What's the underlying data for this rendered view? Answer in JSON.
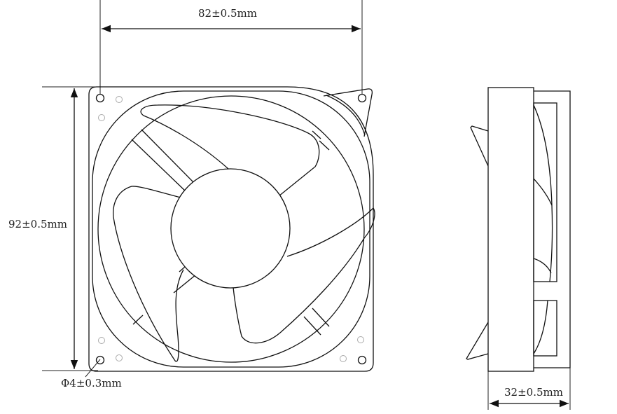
{
  "drawing": {
    "type": "fan dimension drawing",
    "views": [
      "front-view",
      "side-view"
    ]
  },
  "dimensions": {
    "width": {
      "label": "82±0.5mm",
      "value": 82,
      "tolerance": 0.5,
      "unit": "mm"
    },
    "height": {
      "label": "92±0.5mm",
      "value": 92,
      "tolerance": 0.5,
      "unit": "mm"
    },
    "hole": {
      "label": "Φ4±0.3mm",
      "value": 4,
      "tolerance": 0.3,
      "unit": "mm"
    },
    "depth": {
      "label": "32±0.5mm",
      "value": 32,
      "tolerance": 0.5,
      "unit": "mm"
    }
  },
  "colors": {
    "line": "#111111",
    "background": "#ffffff",
    "secondary_hole": "#aaaaaa"
  }
}
